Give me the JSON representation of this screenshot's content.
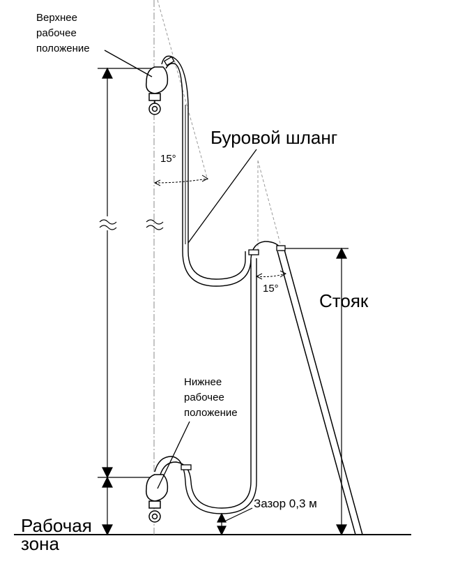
{
  "labels": {
    "upper_position": [
      "Верхнее",
      "рабочее",
      "положение"
    ],
    "lower_position": [
      "Нижнее",
      "рабочее",
      "положение"
    ],
    "hose": "Буровой шланг",
    "standpipe": "Стояк",
    "angle_top": "15°",
    "angle_bottom": "15°",
    "gap": "Зазор 0,3 м",
    "work_zone": [
      "Рабочая",
      "зона"
    ]
  }
}
